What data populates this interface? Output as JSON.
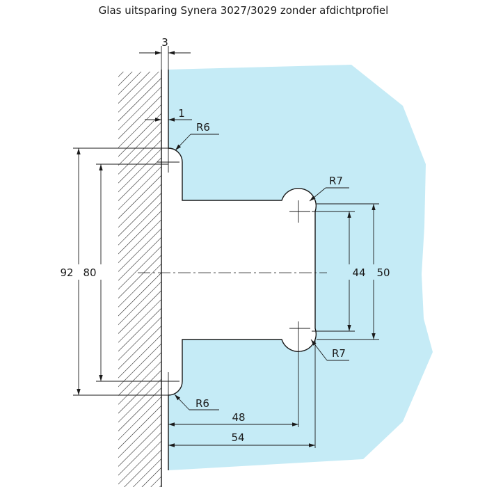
{
  "title": "Glas uitsparing Synera 3027/3029 zonder afdichtprofiel",
  "dimensions": {
    "wall_gap": "3",
    "glass_offset": "1",
    "radius_upper_left": "R6",
    "radius_lower_left": "R6",
    "radius_upper_right": "R7",
    "radius_lower_right": "R7",
    "height_outer": "92",
    "height_inner": "80",
    "slot_inner": "44",
    "slot_outer": "50",
    "depth_inner": "48",
    "depth_outer": "54"
  },
  "colors": {
    "glass": "#c5ebf6",
    "line": "#1a1a1a",
    "background": "#ffffff"
  }
}
